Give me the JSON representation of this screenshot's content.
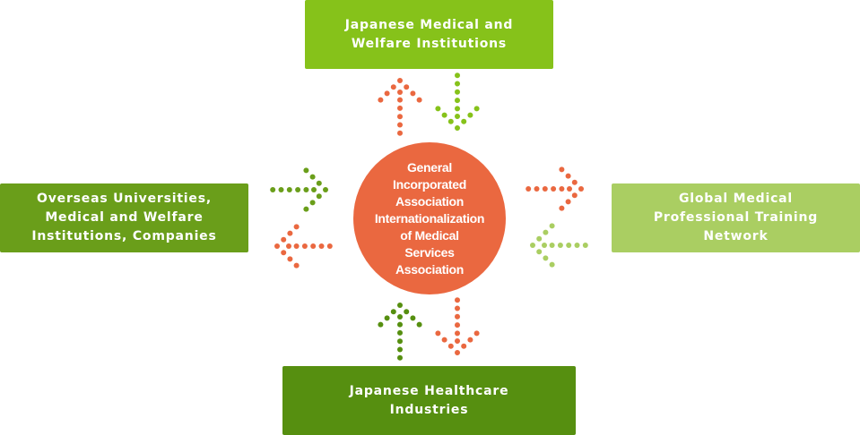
{
  "hub": {
    "label": "General\nIncorporated\nAssociation\nInternationalization\nof Medical\nServices\nAssociation",
    "color": "#EA6840"
  },
  "nodes": {
    "top": {
      "label": "Japanese Medical and\nWelfare Institutions",
      "color": "#86C21A"
    },
    "left": {
      "label": "Overseas Universities,\nMedical and Welfare\nInstitutions, Companies",
      "color": "#6A9E1A"
    },
    "right": {
      "label": "Global Medical\nProfessional Training\nNetwork",
      "color": "#AACE62"
    },
    "bottom": {
      "label": "Japanese Healthcare\nIndustries",
      "color": "#568F10"
    }
  },
  "arrows": [
    {
      "name": "arrow-hub-to-top",
      "direction": "up",
      "color": "#EA6840"
    },
    {
      "name": "arrow-top-to-hub",
      "direction": "down",
      "color": "#86C21A"
    },
    {
      "name": "arrow-left-to-hub",
      "direction": "right",
      "color": "#6A9E1A"
    },
    {
      "name": "arrow-hub-to-left",
      "direction": "left",
      "color": "#EA6840"
    },
    {
      "name": "arrow-hub-to-right",
      "direction": "right",
      "color": "#EA6840"
    },
    {
      "name": "arrow-right-to-hub",
      "direction": "left",
      "color": "#AACE62"
    },
    {
      "name": "arrow-bottom-to-hub",
      "direction": "up",
      "color": "#568F10"
    },
    {
      "name": "arrow-hub-to-bottom",
      "direction": "down",
      "color": "#EA6840"
    }
  ]
}
